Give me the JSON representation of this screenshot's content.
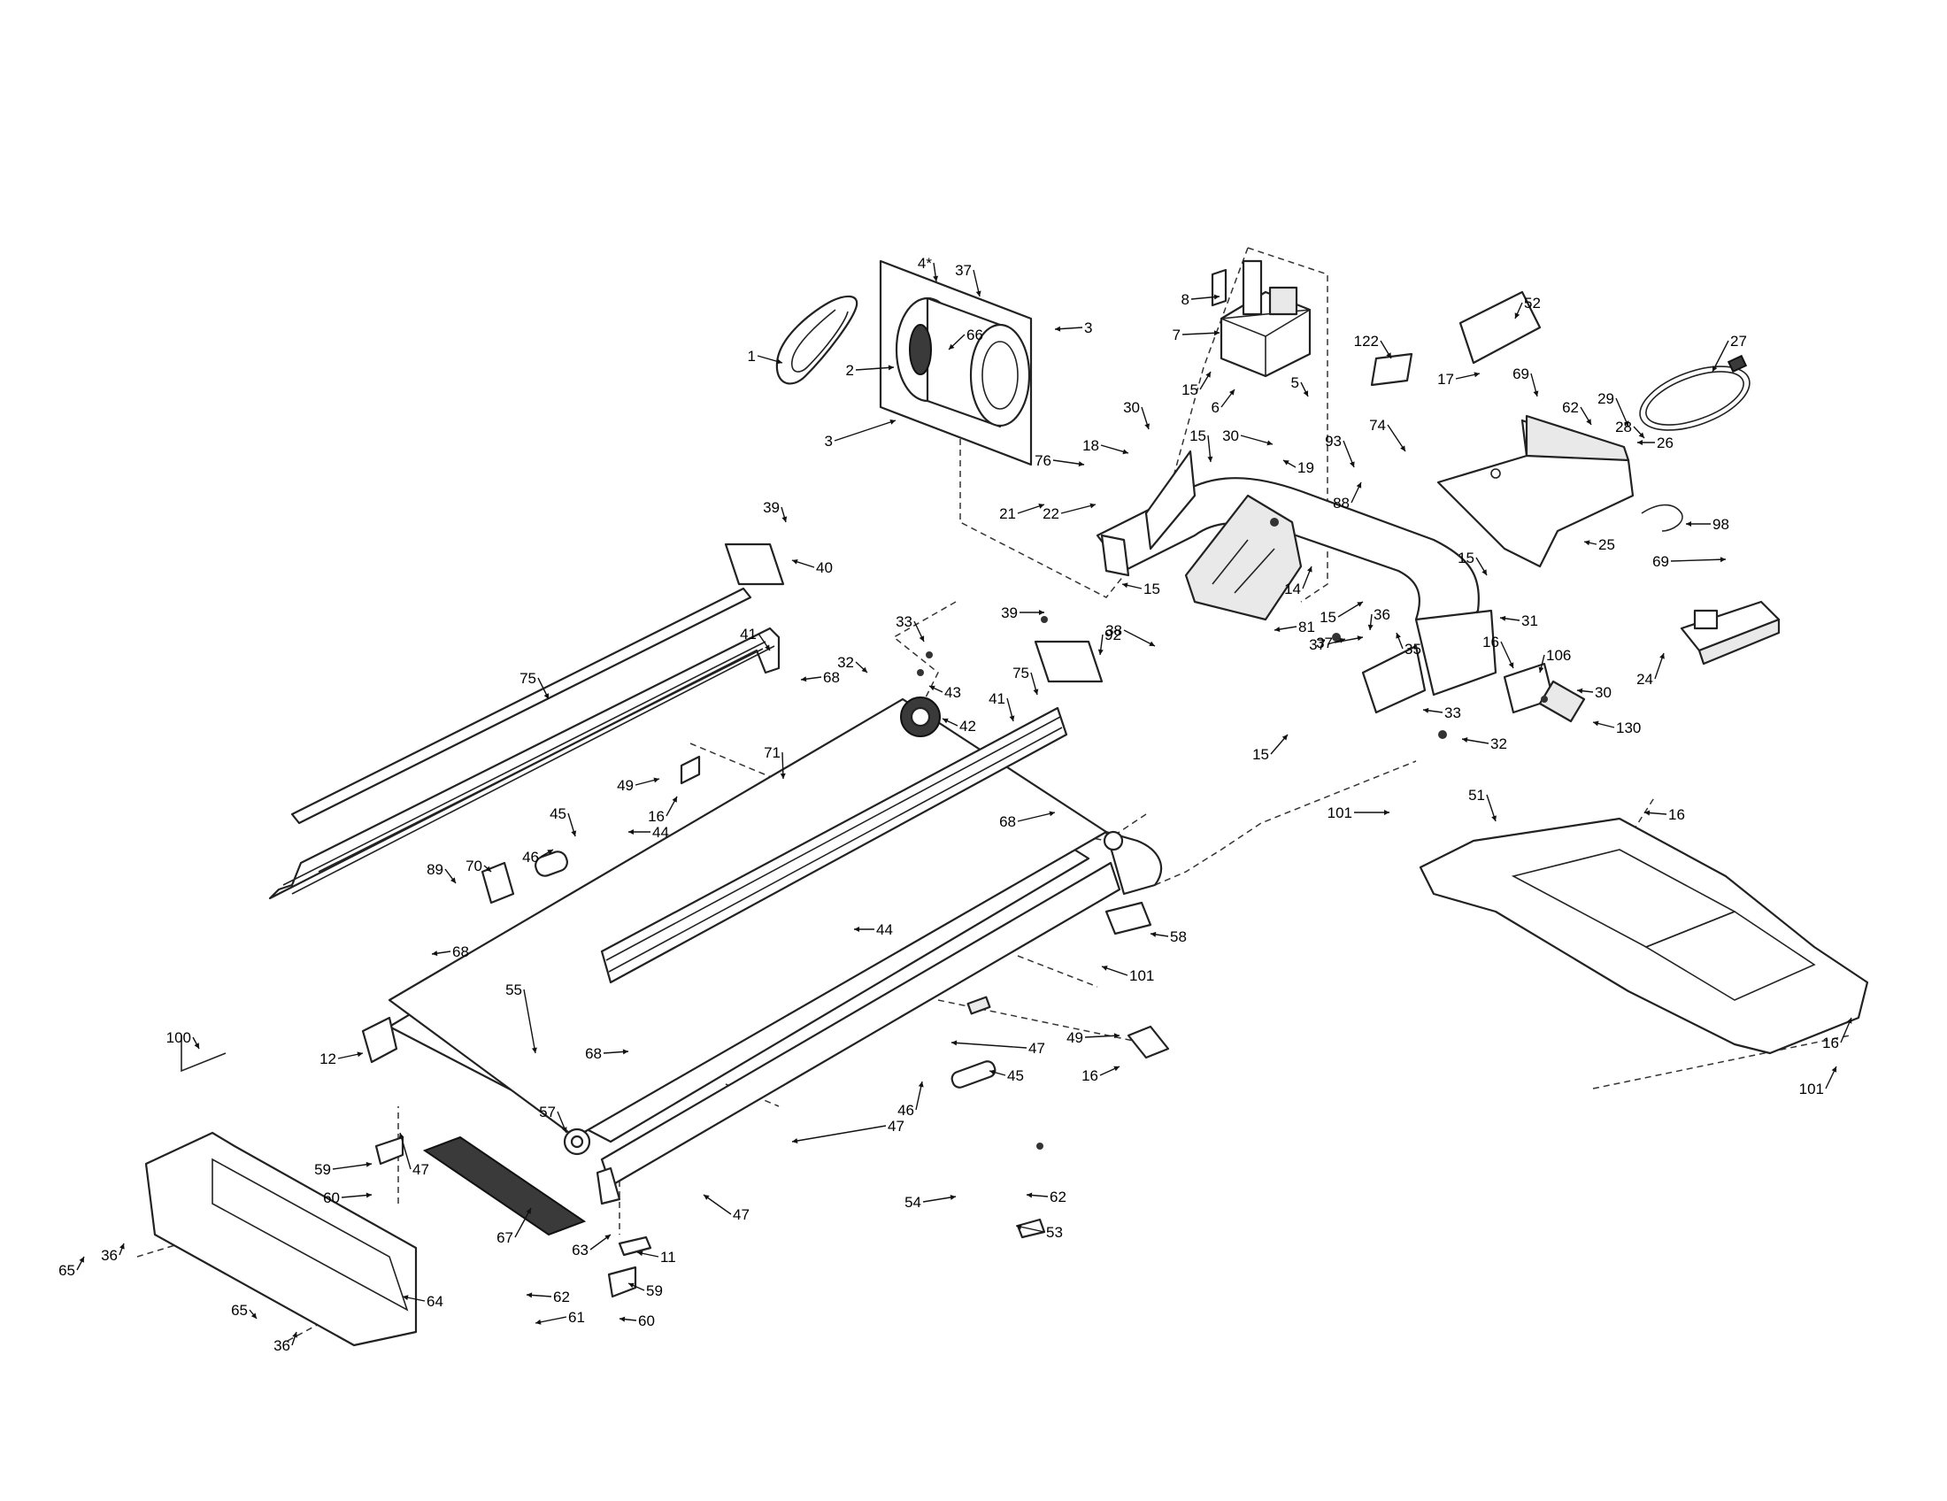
{
  "part_numbers": [
    "1",
    "2",
    "3",
    "4*",
    "5",
    "6",
    "7",
    "8",
    "11",
    "12",
    "14",
    "15",
    "16",
    "17",
    "18",
    "19",
    "21",
    "22",
    "24",
    "25",
    "26",
    "27",
    "28",
    "29",
    "30",
    "31",
    "32",
    "33",
    "35",
    "36",
    "37",
    "38",
    "39",
    "40",
    "41",
    "42",
    "43",
    "44",
    "45",
    "46",
    "47",
    "49",
    "51",
    "52",
    "53",
    "54",
    "55",
    "57",
    "58",
    "59",
    "60",
    "61",
    "62",
    "63",
    "64",
    "65",
    "66",
    "67",
    "68",
    "69",
    "70",
    "71",
    "74",
    "75",
    "76",
    "81",
    "88",
    "89",
    "92",
    "93",
    "98",
    "100",
    "101",
    "106",
    "122",
    "130"
  ],
  "callouts": [
    {
      "text": "1"
    },
    {
      "text": "2"
    },
    {
      "text": "3"
    },
    {
      "text": "3"
    },
    {
      "text": "4*"
    },
    {
      "text": "37"
    },
    {
      "text": "66"
    },
    {
      "text": "8"
    },
    {
      "text": "7"
    },
    {
      "text": "15"
    },
    {
      "text": "6"
    },
    {
      "text": "5"
    },
    {
      "text": "122"
    },
    {
      "text": "52"
    },
    {
      "text": "17"
    },
    {
      "text": "27"
    },
    {
      "text": "69"
    },
    {
      "text": "62"
    },
    {
      "text": "29"
    },
    {
      "text": "28"
    },
    {
      "text": "26"
    },
    {
      "text": "30"
    },
    {
      "text": "18"
    },
    {
      "text": "15"
    },
    {
      "text": "30"
    },
    {
      "text": "93"
    },
    {
      "text": "74"
    },
    {
      "text": "88"
    },
    {
      "text": "19"
    },
    {
      "text": "76"
    },
    {
      "text": "21"
    },
    {
      "text": "22"
    },
    {
      "text": "25"
    },
    {
      "text": "98"
    },
    {
      "text": "69"
    },
    {
      "text": "15"
    },
    {
      "text": "24"
    },
    {
      "text": "39"
    },
    {
      "text": "40"
    },
    {
      "text": "15"
    },
    {
      "text": "14"
    },
    {
      "text": "15"
    },
    {
      "text": "36"
    },
    {
      "text": "31"
    },
    {
      "text": "38"
    },
    {
      "text": "81"
    },
    {
      "text": "37"
    },
    {
      "text": "35"
    },
    {
      "text": "16"
    },
    {
      "text": "106"
    },
    {
      "text": "30"
    },
    {
      "text": "130"
    },
    {
      "text": "33"
    },
    {
      "text": "39"
    },
    {
      "text": "92"
    },
    {
      "text": "41"
    },
    {
      "text": "75"
    },
    {
      "text": "32"
    },
    {
      "text": "43"
    },
    {
      "text": "42"
    },
    {
      "text": "68"
    },
    {
      "text": "41"
    },
    {
      "text": "75"
    },
    {
      "text": "37"
    },
    {
      "text": "33"
    },
    {
      "text": "15"
    },
    {
      "text": "32"
    },
    {
      "text": "71"
    },
    {
      "text": "49"
    },
    {
      "text": "16"
    },
    {
      "text": "45"
    },
    {
      "text": "44"
    },
    {
      "text": "46"
    },
    {
      "text": "89"
    },
    {
      "text": "70"
    },
    {
      "text": "68"
    },
    {
      "text": "101"
    },
    {
      "text": "51"
    },
    {
      "text": "16"
    },
    {
      "text": "44"
    },
    {
      "text": "58"
    },
    {
      "text": "101"
    },
    {
      "text": "68"
    },
    {
      "text": "55"
    },
    {
      "text": "12"
    },
    {
      "text": "100"
    },
    {
      "text": "68"
    },
    {
      "text": "47"
    },
    {
      "text": "45"
    },
    {
      "text": "46"
    },
    {
      "text": "49"
    },
    {
      "text": "16"
    },
    {
      "text": "16"
    },
    {
      "text": "101"
    },
    {
      "text": "57"
    },
    {
      "text": "59"
    },
    {
      "text": "47"
    },
    {
      "text": "60"
    },
    {
      "text": "47"
    },
    {
      "text": "67"
    },
    {
      "text": "47"
    },
    {
      "text": "54"
    },
    {
      "text": "62"
    },
    {
      "text": "53"
    },
    {
      "text": "63"
    },
    {
      "text": "11"
    },
    {
      "text": "65"
    },
    {
      "text": "36"
    },
    {
      "text": "64"
    },
    {
      "text": "59"
    },
    {
      "text": "62"
    },
    {
      "text": "61"
    },
    {
      "text": "60"
    },
    {
      "text": "65"
    },
    {
      "text": "36"
    }
  ]
}
